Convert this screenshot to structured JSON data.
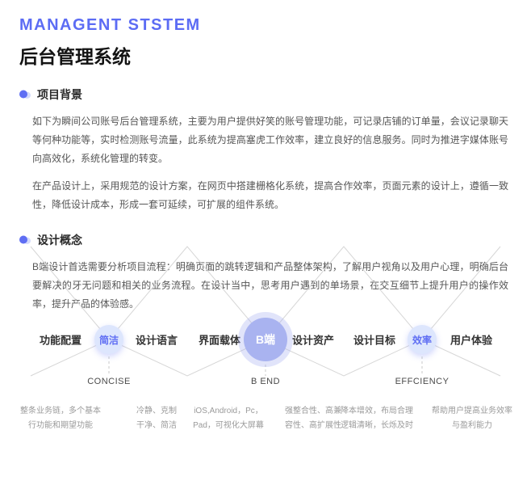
{
  "page": {
    "subtitle": "MANAGENT STSTEM",
    "title": "后台管理系统"
  },
  "sections": {
    "background": {
      "heading": "项目背景",
      "p1": "如下为瞬间公司账号后台管理系统，主要为用户提供好笑的账号管理功能，可记录店铺的订单量，会议记录聊天等何种功能等，实时检测账号流量，此系统为提高塞虎工作效率，建立良好的信息服务。同时为推进字媒体账号向高效化，系统化管理的转变。",
      "p2": "在产品设计上，采用规范的设计方案，在网页中搭建栅格化系统，提高合作效率，页面元素的设计上，遵循一致性，降低设计成本，形成一套可延续，可扩展的组件系统。"
    },
    "concept": {
      "heading": "设计概念",
      "p1": "B端设计首选需要分析项目流程：明确页面的跳转逻辑和产品整体架构，了解用户视角以及用户心理，明确后台要解决的牙无问题和相关的业务流程。在设计当中，思考用户遇到的单场景，在交互细节上提升用户的操作效率，提升产品的体验感。"
    }
  },
  "diagram": {
    "labels": [
      "功能配置",
      "设计语言",
      "界面载体",
      "设计资产",
      "设计目标",
      "用户体验"
    ],
    "nodes": [
      {
        "cn": "简洁",
        "en": "CONCISE"
      },
      {
        "cn": "B端",
        "en": "B END"
      },
      {
        "cn": "效率",
        "en": "EFFCIENCY"
      }
    ],
    "descriptions": [
      {
        "line1": "整条业务链，多个基本",
        "line2": "行功能和期望功能"
      },
      {
        "line1": "冷静、克制",
        "line2": "干净、简洁"
      },
      {
        "line1": "iOS,Android，Pc，",
        "line2": "Pad，可视化大屏幕"
      },
      {
        "line1": "强整合性、高兼",
        "line2": "容性、高扩展性"
      },
      {
        "line1": "降本增效，布局合理",
        "line2": "逻辑清晰，长烁及时"
      },
      {
        "line1": "帮助用户提高业务效率",
        "line2": "与盈利能力"
      }
    ]
  },
  "colors": {
    "accent": "#5c6cf4",
    "node_fill_light": "#dde6fd",
    "node_fill_dark": "#a9b3f0",
    "line": "#d6d6d6",
    "body_text": "#565656"
  }
}
